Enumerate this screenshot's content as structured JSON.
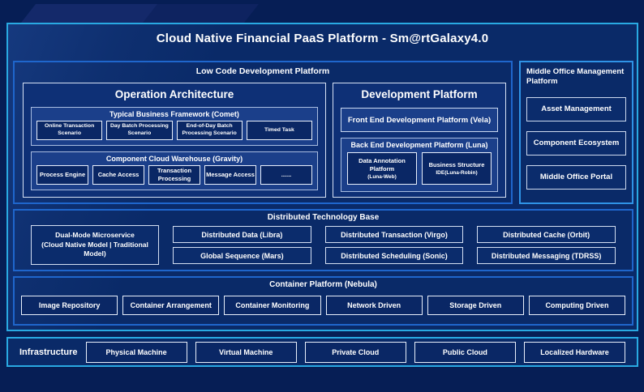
{
  "header": {
    "title": "Cloud Native Financial PaaS Platform - Sm@rtGalaxy4.0"
  },
  "low_code": {
    "label": "Low Code Development Platform",
    "operation": {
      "title": "Operation Architecture",
      "comet": {
        "title": "Typical Business Framework (Comet)",
        "items": [
          "Online Transaction Scenario",
          "Day Batch Processing Scenario",
          "End-of-Day Batch Processing Scenario",
          "Timed Task"
        ]
      },
      "gravity": {
        "title": "Component Cloud Warehouse (Gravity)",
        "items": [
          "Process Engine",
          "Cache Access",
          "Transaction Processing",
          "Message Access",
          "......"
        ]
      }
    },
    "development": {
      "title": "Development Platform",
      "front_end": {
        "label": "Front End Development Platform (Vela)"
      },
      "back_end": {
        "title": "Back End Development Platform (Luna)",
        "items": [
          {
            "name": "Data Annotation Platform",
            "code": "(Luna-Web)"
          },
          {
            "name": "Business Structure",
            "code": "IDE(Luna-Robin)"
          }
        ]
      }
    }
  },
  "middle_office": {
    "title": "Middle Office Management Platform",
    "items": [
      "Asset Management",
      "Component Ecosystem",
      "Middle Office Portal"
    ]
  },
  "distributed": {
    "title": "Distributed Technology Base",
    "dual_mode": {
      "line1": "Dual-Mode Microservice",
      "line2": "(Cloud Native Model | Traditional Model)"
    },
    "columns": [
      [
        "Distributed Data (Libra)",
        "Global Sequence (Mars)"
      ],
      [
        "Distributed Transaction (Virgo)",
        "Distributed Scheduling (Sonic)"
      ],
      [
        "Distributed Cache (Orbit)",
        "Distributed Messaging (TDRSS)"
      ]
    ]
  },
  "container_platform": {
    "title": "Container Platform (Nebula)",
    "items": [
      "Image Repository",
      "Container Arrangement",
      "Container Monitoring",
      "Network Driven",
      "Storage Driven",
      "Computing Driven"
    ]
  },
  "infrastructure": {
    "label": "Infrastructure",
    "items": [
      "Physical Machine",
      "Virtual Machine",
      "Private Cloud",
      "Public Cloud",
      "Localized Hardware"
    ]
  },
  "colors": {
    "page_bg": "#061e55",
    "panel_bg": "#0a2a68",
    "cyan_border": "#29a9e2",
    "blue_border": "#1f66cc",
    "light_border": "#d7e2f4",
    "subpanel_bg": "#1b3f8a",
    "item_bg": "#0a2765",
    "text": "#ffffff"
  }
}
